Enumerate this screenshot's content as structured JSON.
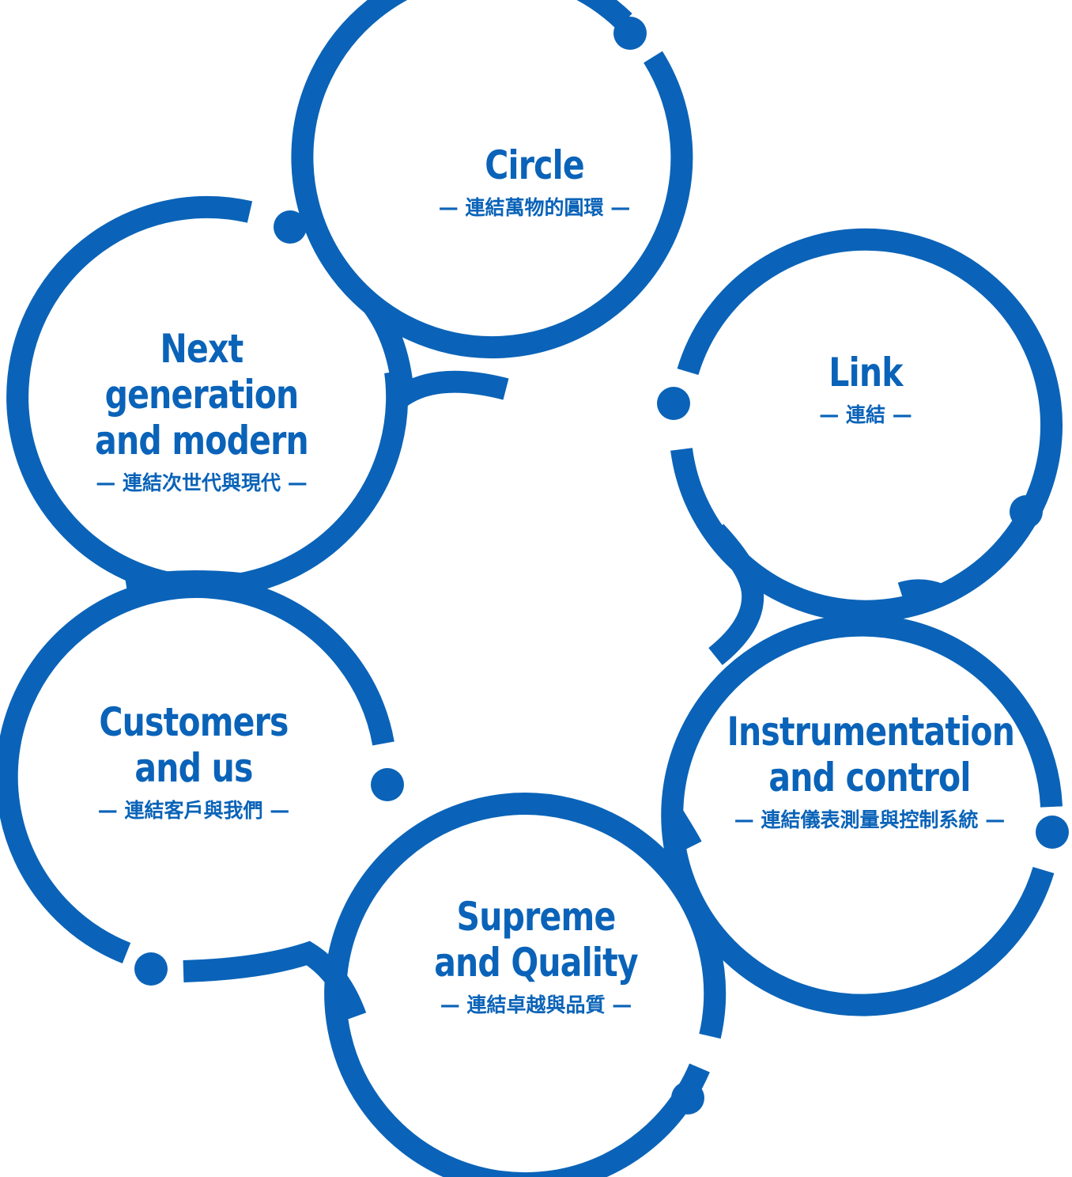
{
  "accent_color": "#0a63b8",
  "nodes": [
    {
      "id": "circle",
      "title": [
        "Circle"
      ],
      "subtitle": "— 連結萬物的圓環 —"
    },
    {
      "id": "link",
      "title": [
        "Link"
      ],
      "subtitle": "— 連結 —"
    },
    {
      "id": "instrumentation",
      "title": [
        "Instrumentation",
        "and control"
      ],
      "subtitle": "— 連結儀表測量與控制系統 —"
    },
    {
      "id": "supreme",
      "title": [
        "Supreme",
        "and Quality"
      ],
      "subtitle": "— 連結卓越與品質 —"
    },
    {
      "id": "customers",
      "title": [
        "Customers",
        "and us"
      ],
      "subtitle": "— 連結客戶與我們 —"
    },
    {
      "id": "next-gen",
      "title": [
        "Next generation",
        "and modern"
      ],
      "subtitle": "— 連結次世代與現代 —"
    }
  ]
}
